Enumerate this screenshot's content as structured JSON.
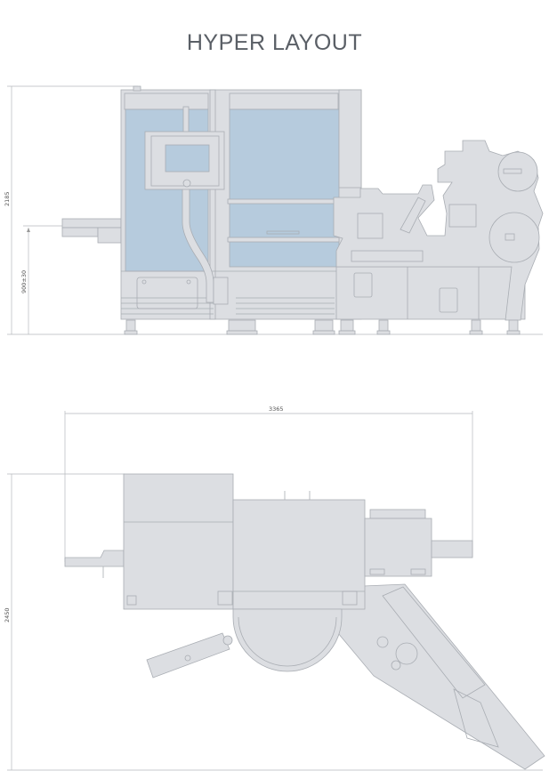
{
  "title": "HYPER LAYOUT",
  "front_view": {
    "dimensions": {
      "height_total": "2185",
      "infeed_height": "900±30"
    },
    "colors": {
      "machine": "#dcdee2",
      "glass": "#b6cbdd",
      "outline": "#a9adb3"
    }
  },
  "top_view": {
    "dimensions": {
      "length": "3365",
      "width": "2450"
    }
  }
}
